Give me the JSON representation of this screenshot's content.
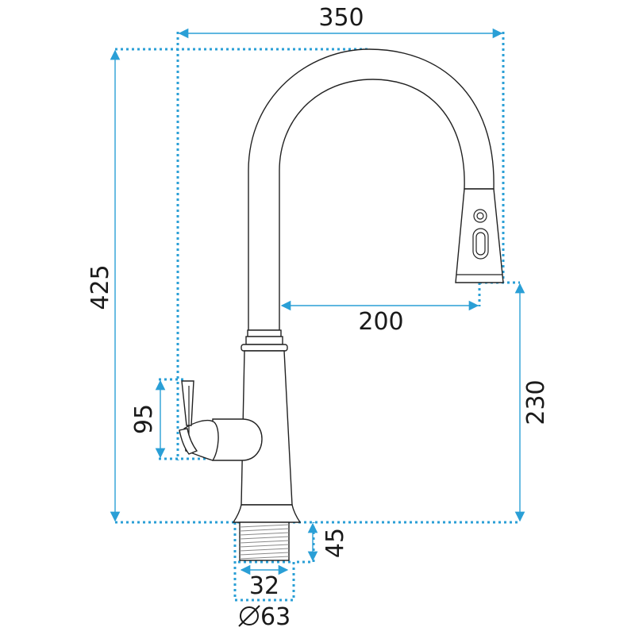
{
  "dimensions": {
    "total_width": "350",
    "total_height": "425",
    "spout_reach": "200",
    "spout_height": "230",
    "lever_height": "95",
    "thread_length": "45",
    "thread_diameter": "32",
    "base_diameter": "63"
  },
  "colors": {
    "dimension_line": "#2a9fd6",
    "outline": "#222222"
  }
}
